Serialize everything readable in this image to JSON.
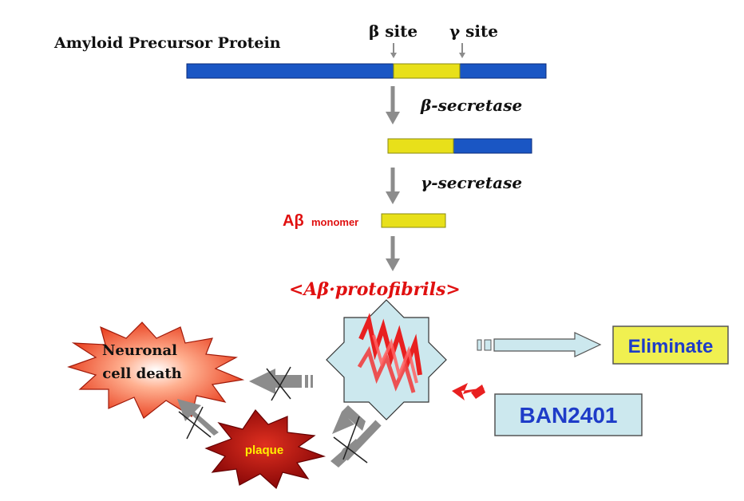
{
  "title": "Amyloid Precursor Protein",
  "sites": {
    "beta": "β site",
    "gamma": "γ site"
  },
  "enzymes": {
    "beta": "β-secretase",
    "gamma": "γ-secretase"
  },
  "monomer": {
    "prefix": "Aβ",
    "suffix": "monomer"
  },
  "protofibrils": "<Aβ·protofibrils>",
  "outcomes": {
    "neuronal_line1": "Neuronal",
    "neuronal_line2": "cell death",
    "plaque": "plaque",
    "eliminate": "Eliminate",
    "drug": "BAN2401"
  },
  "colors": {
    "protein_blue": "#1a56c4",
    "site_yellow": "#e8e01a",
    "label_red": "#e01010",
    "gray_arrow": "#8c8c8c",
    "light_blue_fill": "#cce8ee",
    "eliminate_fill": "#f0f050",
    "eliminate_text": "#1e3cc8",
    "starburst_red": "#e83a1a",
    "plaque_dark_red": "#b01010",
    "plaque_text": "#ffee00"
  }
}
